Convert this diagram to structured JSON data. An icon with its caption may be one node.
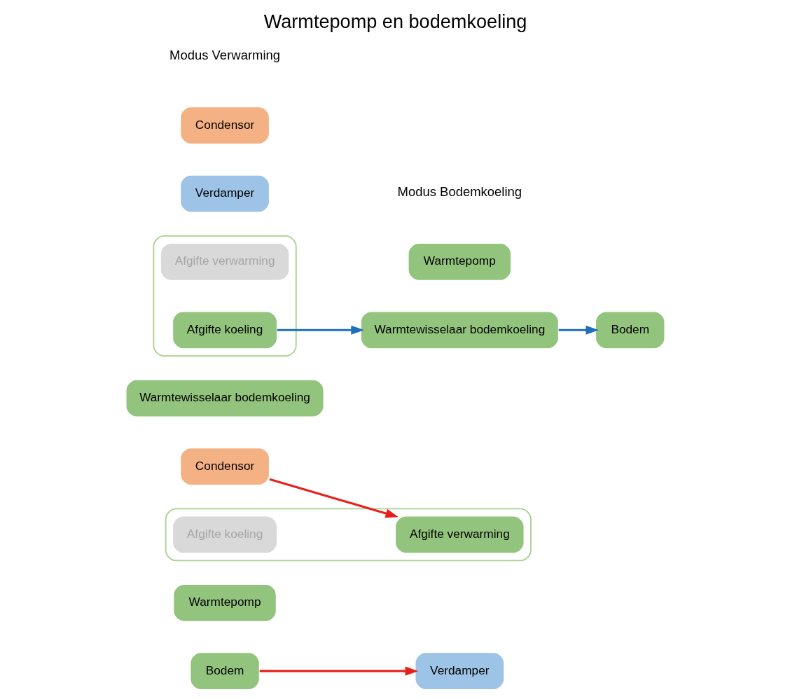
{
  "diagram": {
    "title": "Warmtepomp en bodemkoeling",
    "nodes": [
      {
        "text": [
          "Bodem"
        ]
      },
      {
        "text": [
          "Verdamper"
        ]
      },
      {
        "text": [
          "Warmtepomp"
        ]
      },
      {
        "text": [
          "Condensor"
        ]
      },
      {
        "text": [],
        "shape": "box"
      },
      {
        "text": [
          "Afgifte verwarming"
        ],
        "in": 4
      },
      {
        "text": [
          "Afgifte koeling"
        ],
        "in": 4
      },
      {
        "text": [
          "Warmtewisselaar bodemkoeling"
        ]
      },
      {
        "text": [
          "Bodem"
        ]
      },
      {
        "text": [
          "Verdamper"
        ]
      },
      {
        "text": [
          "Warmtepomp"
        ]
      },
      {
        "text": [
          "Condensor"
        ]
      },
      {
        "text": [],
        "shape": "box"
      },
      {
        "text": [
          "Afgifte verwarming"
        ],
        "in": 12
      },
      {
        "text": [
          "Afgifte koeling"
        ],
        "in": 12
      },
      {
        "text": [
          "Warmtewisselaar bodemkoeling"
        ]
      }
    ],
    "edges": [
      {
        "from": 0,
        "to": 1,
        "arrow": "to",
        "color": "#e8201c"
      },
      {
        "from": 3,
        "to": 5,
        "arrow": "to",
        "color": "#e8201c"
      },
      {
        "from": 14,
        "to": 15,
        "arrow": "to",
        "color": "#1f6fb8"
      },
      {
        "from": 15,
        "to": 8,
        "arrow": "to",
        "color": "#1f6fb8"
      }
    ],
    "labels": [
      "Modus Verwarming",
      "Modus Bodemkoeling"
    ]
  }
}
